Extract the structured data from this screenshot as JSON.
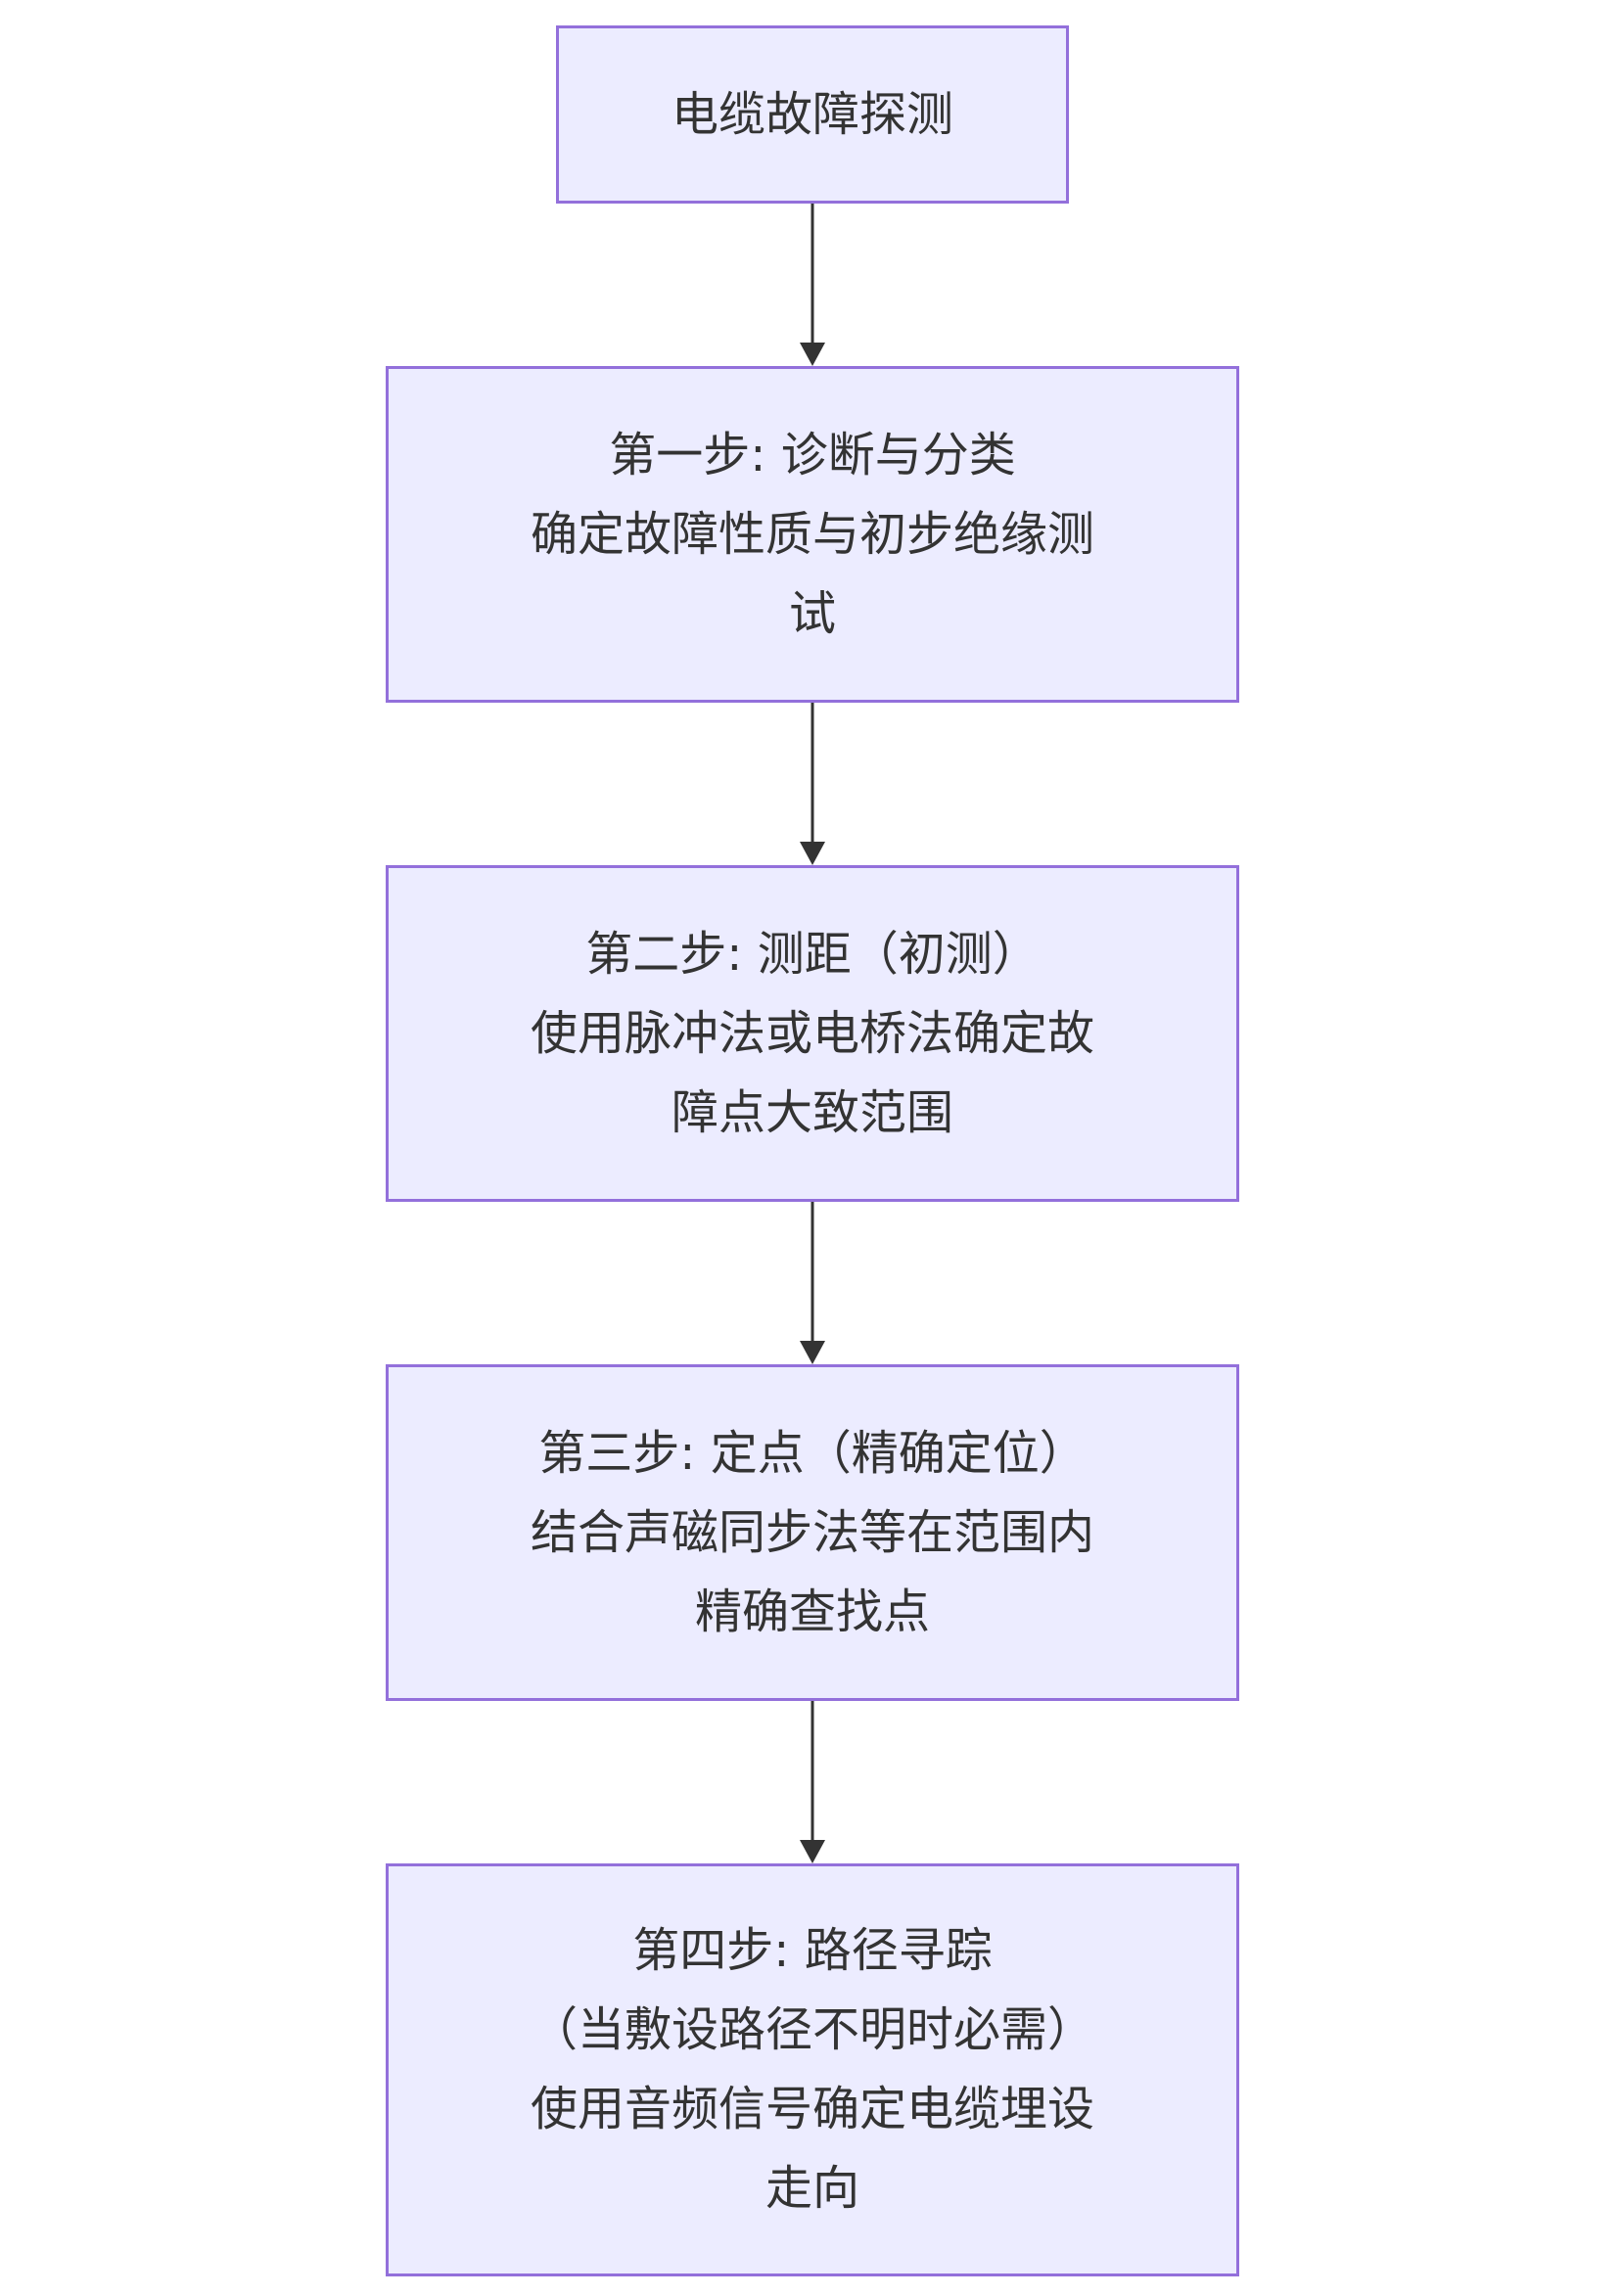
{
  "diagram": {
    "type": "flowchart",
    "colors": {
      "node_fill": "#ECECFF",
      "node_border": "#9370DB",
      "text": "#333333",
      "edge": "#333333"
    },
    "nodes": [
      {
        "id": "n0",
        "lines": [
          "电缆故障探测"
        ]
      },
      {
        "id": "n1",
        "lines": [
          "第一步: 诊断与分类",
          "确定故障性质与初步绝缘测",
          "试"
        ]
      },
      {
        "id": "n2",
        "lines": [
          "第二步: 测距（初测）",
          "使用脉冲法或电桥法确定故",
          "障点大致范围"
        ]
      },
      {
        "id": "n3",
        "lines": [
          "第三步: 定点（精确定位）",
          "结合声磁同步法等在范围内",
          "精确查找点"
        ]
      },
      {
        "id": "n4",
        "lines": [
          "第四步: 路径寻踪",
          "（当敷设路径不明时必需）",
          "使用音频信号确定电缆埋设",
          "走向"
        ]
      }
    ],
    "edges": [
      {
        "from": "n0",
        "to": "n1"
      },
      {
        "from": "n1",
        "to": "n2"
      },
      {
        "from": "n2",
        "to": "n3"
      },
      {
        "from": "n3",
        "to": "n4"
      }
    ]
  }
}
